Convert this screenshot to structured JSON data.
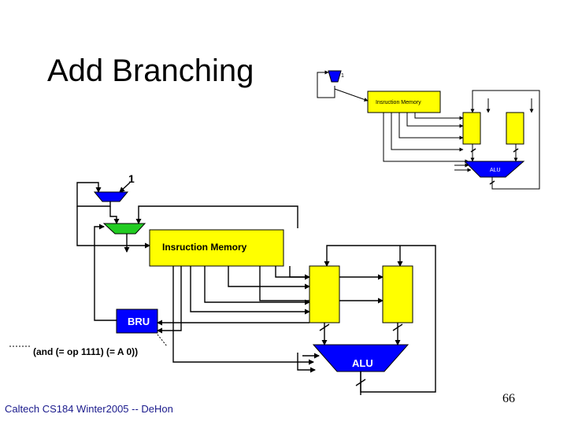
{
  "slide": {
    "title": "Add Branching",
    "footer": "Caltech CS184 Winter2005 -- DeHon",
    "page_number": "66"
  },
  "small_diagram": {
    "const_one": "1",
    "imem_label": "Insruction Memory",
    "alu_label": "ALU"
  },
  "large_diagram": {
    "const_one": "1",
    "imem_label": "Insruction Memory",
    "bru_label": "BRU",
    "branch_condition": "(and (= op 1111) (= A 0))",
    "alu_label": "ALU"
  },
  "colors": {
    "memory_yellow": "#ffff00",
    "alu_blue": "#0000ff",
    "mux_green": "#22cc22",
    "wire": "#000000"
  }
}
